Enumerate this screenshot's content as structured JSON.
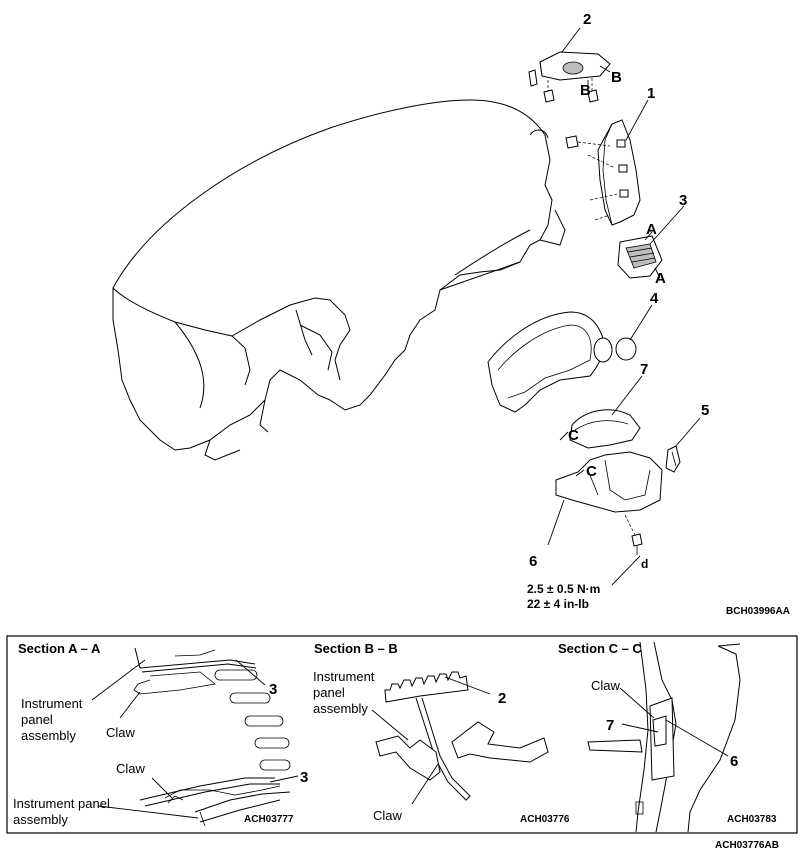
{
  "callouts": {
    "c1": "1",
    "c2": "2",
    "c3": "3",
    "c4": "4",
    "c5": "5",
    "c6": "6",
    "c7": "7",
    "mark_a_top": "A",
    "mark_a_bottom": "A",
    "mark_b_right": "B",
    "mark_b_bottom": "B",
    "mark_c_top": "C",
    "mark_c_bottom": "C",
    "fastener_d": "d"
  },
  "torque": {
    "metric": "2.5 ± 0.5 N·m",
    "imperial": "22 ± 4 in-lb"
  },
  "main_code": "BCH03996AA",
  "sections": {
    "aa": {
      "title": "Section A – A",
      "label_assembly_1": [
        "Instrument",
        "panel",
        "assembly"
      ],
      "claw_1": "Claw",
      "claw_2": "Claw",
      "label_assembly_2": [
        "Instrument panel",
        "assembly"
      ],
      "num_top": "3",
      "num_bottom": "3",
      "code": "ACH03777"
    },
    "bb": {
      "title": "Section B – B",
      "label_assembly": [
        "Instrument",
        "panel",
        "assembly"
      ],
      "claw": "Claw",
      "num": "2",
      "code": "ACH03776"
    },
    "cc": {
      "title": "Section C – C",
      "claw": "Claw",
      "num_7": "7",
      "num_6": "6",
      "code": "ACH03783"
    }
  },
  "footer_code": "ACH03776AB"
}
